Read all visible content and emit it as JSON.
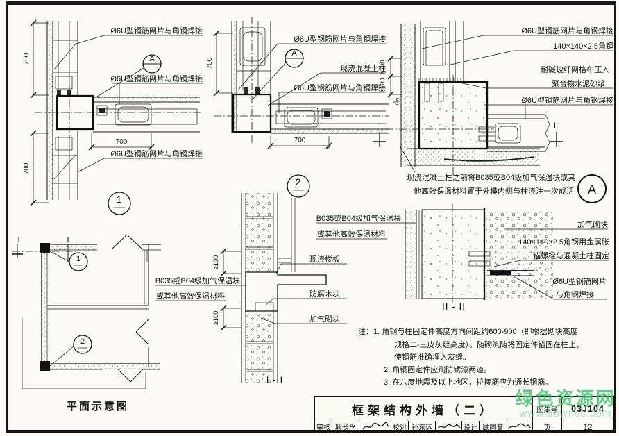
{
  "labels": {
    "mesh_weld": "Ø6U型钢筋网片与角钢焊接",
    "cast_column": "现浇混凝土柱",
    "angle_steel": "140×140×2.5角钢",
    "alkali_1": "耐碱玻纤网格布压入",
    "alkali_2": "聚合物水泥砂浆",
    "insul_1": "B035或B04级加气保温块",
    "insul_2": "或其他高效保温材料",
    "floor_slab": "现浇楼板",
    "wood_block": "防腐木块",
    "aac_block": "加气砌块",
    "anchor_1": "140×140×2.5角钢用金属胀",
    "anchor_2": "锚螺栓与混凝土柱固定",
    "mesh_1": "Ø6U型钢筋网片",
    "mesh_2": "与角钢焊接",
    "col_note_1": "现浇混凝土柱之前将B035或B04级加气保温块或其",
    "col_note_2": "他高效保温材料置于外模内侧与柱浇注一次成活",
    "plan_caption": "平面示意图",
    "section_I": "I - I",
    "section_II": "II - II",
    "marker_I": "I",
    "marker_II": "II",
    "dim_700": "700",
    "dim_ge100": "≥100",
    "dim_50": "50",
    "callout_1": "1",
    "callout_2": "2",
    "callout_A": "A"
  },
  "notes": {
    "line1": "注：1. 角钢与柱固定件高度方向间距约600-900（即根据砌块高度",
    "line2": "规格二-三皮灰缝高度）。随砌筑随将固定件锚固在柱上，",
    "line3": "使钢筋准确埋入灰缝。",
    "line4": "2. 角钢固定件应刷防锈漆两道。",
    "line5": "3. 在八度地震及以上地区，拉接筋应为通长钢筋。"
  },
  "titleblock": {
    "title": "框架结构外墙（二）",
    "atlas_label": "图集号",
    "atlas_no": "03J104",
    "page_label": "页",
    "page_no": "12",
    "review_label": "审核",
    "review_name": "耿长孚",
    "proof_label": "校对",
    "proof_name": "孙东远",
    "design_label": "设计",
    "design_name": "顾同曾"
  },
  "watermark": {
    "line1": "绿色资源网",
    "line2": "www.downcc.com",
    "accent_color": "#3ec16e"
  }
}
